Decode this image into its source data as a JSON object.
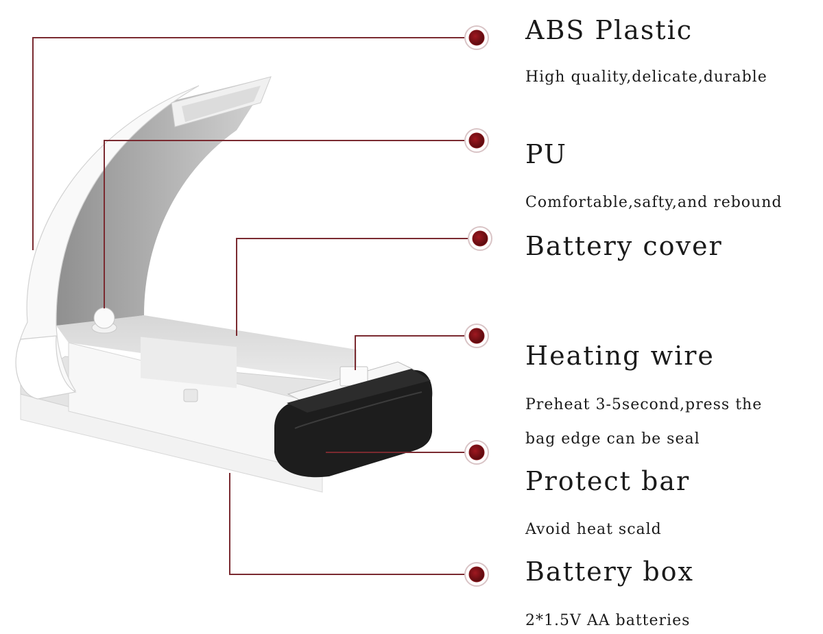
{
  "colors": {
    "leader_line": "#7a2a30",
    "marker": "#8b1a1f",
    "body_white": "#f4f4f4",
    "arch_gray": "#a9a9a9",
    "protect_bar": "#1c1c1c"
  },
  "labels": [
    {
      "title": "ABS Plastic",
      "description": "High quality,delicate,durable"
    },
    {
      "title": "PU",
      "description": "Comfortable,safty,and rebound"
    },
    {
      "title": "Battery cover",
      "description": ""
    },
    {
      "title": "Heating wire",
      "description": "Preheat 3-5second,press the",
      "description_line2": "bag edge can be seal"
    },
    {
      "title": "Protect bar",
      "description": "Avoid heat scald"
    },
    {
      "title": "Battery box",
      "description": "2*1.5V AA batteries"
    }
  ]
}
